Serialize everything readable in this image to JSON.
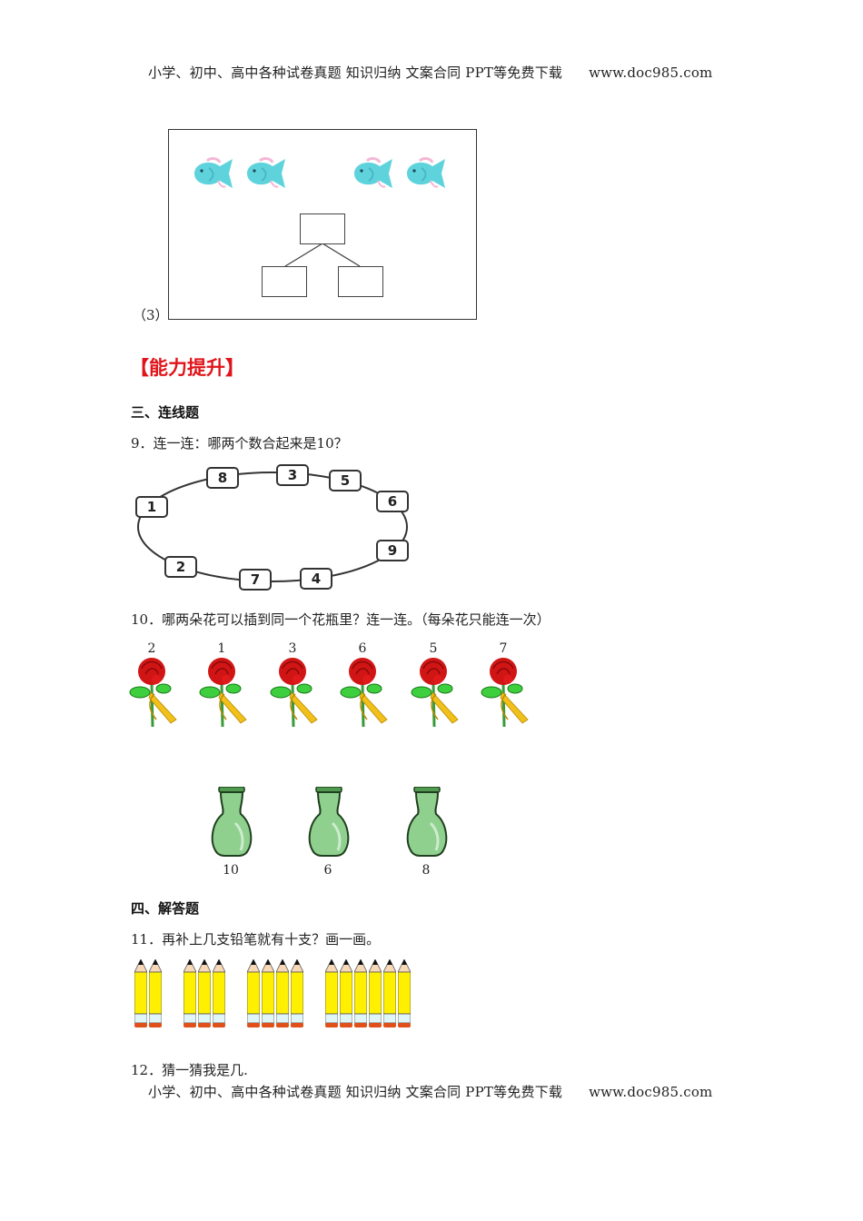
{
  "header": {
    "text": "小学、初中、高中各种试卷真题 知识归纳 文案合同 PPT等免费下载",
    "url": "www.doc985.com"
  },
  "footer": {
    "text": "小学、初中、高中各种试卷真题 知识归纳 文案合同 PPT等免费下载",
    "url": "www.doc985.com"
  },
  "item3": {
    "label": "（3）",
    "fish_count_left": 2,
    "fish_count_right": 2,
    "fish_color": "#5fd3dc"
  },
  "section_ability": {
    "title": "【能力提升】",
    "color": "#e0141b"
  },
  "section3": {
    "title": "三、连线题"
  },
  "q9": {
    "text": "9．连一连：哪两个数合起来是10？",
    "numbers": [
      "8",
      "3",
      "5",
      "1",
      "6",
      "9",
      "2",
      "7",
      "4"
    ]
  },
  "q10": {
    "text": "10．哪两朵花可以插到同一个花瓶里？连一连。（每朵花只能连一次）",
    "flowers": [
      "2",
      "1",
      "3",
      "6",
      "5",
      "7"
    ],
    "vases": [
      "10",
      "6",
      "8"
    ]
  },
  "section4": {
    "title": "四、解答题"
  },
  "q11": {
    "text": "11．再补上几支铅笔就有十支？画一画。",
    "pencil_groups": [
      2,
      3,
      4,
      6
    ]
  },
  "q12": {
    "text": "12．猜一猜我是几."
  }
}
